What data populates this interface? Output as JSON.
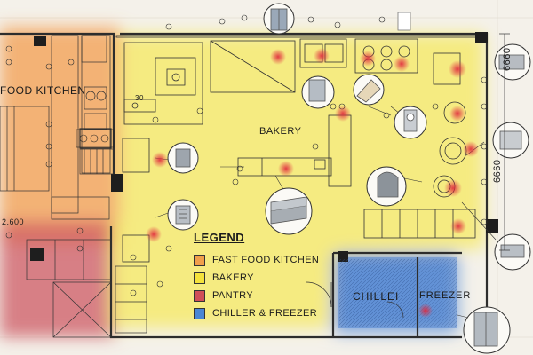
{
  "plan": {
    "areas": {
      "fast_food": "FOOD KITCHEN",
      "bakery": "BAKERY",
      "chiller": "CHILLEI",
      "freezer": "FREEZER"
    },
    "dimensions": {
      "right": "6660",
      "top_right": "6660",
      "left_bottom": "2.600",
      "oven_num": "30"
    },
    "legend": {
      "title": "LEGEND",
      "items": [
        {
          "label": "FAST FOOD KITCHEN",
          "color": "#f0a04b"
        },
        {
          "label": "BAKERY",
          "color": "#f4e23c"
        },
        {
          "label": "PANTRY",
          "color": "#cf4e58"
        },
        {
          "label": "CHILLER & FREEZER",
          "color": "#4a86d4"
        }
      ]
    },
    "zone_colors": {
      "fast_food": "#f2a357",
      "bakery": "#f6ea6e",
      "pantry": "#cd5a63",
      "chiller": "#5b8fd8",
      "hotspot": "#e0283c"
    }
  }
}
